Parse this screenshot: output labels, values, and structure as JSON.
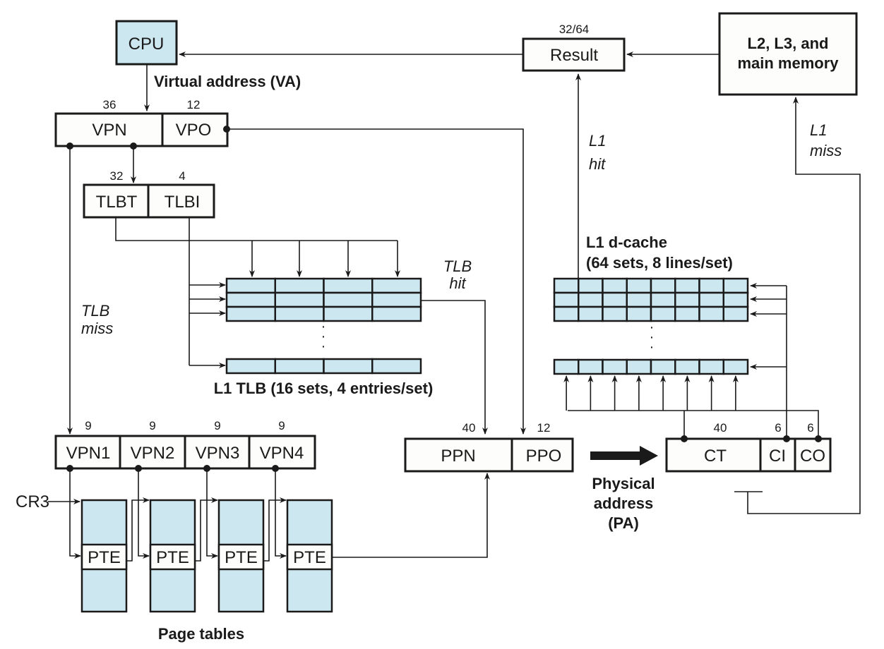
{
  "diagram": {
    "cpu": {
      "label": "CPU"
    },
    "virtual_address": {
      "title": "Virtual address (VA)",
      "fields": [
        {
          "label": "VPN",
          "bits": "36"
        },
        {
          "label": "VPO",
          "bits": "12"
        }
      ]
    },
    "tlb_split": {
      "fields": [
        {
          "label": "TLBT",
          "bits": "32"
        },
        {
          "label": "TLBI",
          "bits": "4"
        }
      ]
    },
    "tlb": {
      "caption": "L1 TLB (16 sets, 4 entries/set)",
      "sets": 16,
      "entries_per_set": 4,
      "hit_label_line1": "TLB",
      "hit_label_line2": "hit",
      "miss_label_line1": "TLB",
      "miss_label_line2": "miss"
    },
    "vpn_split": {
      "fields": [
        {
          "label": "VPN1",
          "bits": "9"
        },
        {
          "label": "VPN2",
          "bits": "9"
        },
        {
          "label": "VPN3",
          "bits": "9"
        },
        {
          "label": "VPN4",
          "bits": "9"
        }
      ]
    },
    "cr3": {
      "label": "CR3"
    },
    "page_tables": {
      "caption": "Page tables",
      "entries": [
        {
          "label": "PTE"
        },
        {
          "label": "PTE"
        },
        {
          "label": "PTE"
        },
        {
          "label": "PTE"
        }
      ]
    },
    "physical_address": {
      "title_line1": "Physical",
      "title_line2": "address",
      "title_line3": "(PA)",
      "fields": [
        {
          "label": "PPN",
          "bits": "40"
        },
        {
          "label": "PPO",
          "bits": "12"
        }
      ]
    },
    "cache_split": {
      "fields": [
        {
          "label": "CT",
          "bits": "40"
        },
        {
          "label": "CI",
          "bits": "6"
        },
        {
          "label": "CO",
          "bits": "6"
        }
      ]
    },
    "l1_cache": {
      "caption_line1": "L1 d-cache",
      "caption_line2": "(64 sets, 8 lines/set)",
      "sets": 64,
      "lines_per_set": 8,
      "hit_label_line1": "L1",
      "hit_label_line2": "hit",
      "miss_label_line1": "L1",
      "miss_label_line2": "miss"
    },
    "result": {
      "label": "Result",
      "bits": "32/64"
    },
    "memory": {
      "label_line1": "L2, L3, and",
      "label_line2": "main memory"
    },
    "ellipsis": "·"
  },
  "colors": {
    "storage_fill": "#cce7ef",
    "stroke": "#1a1a1a",
    "box_fill": "#fdfdfb"
  }
}
